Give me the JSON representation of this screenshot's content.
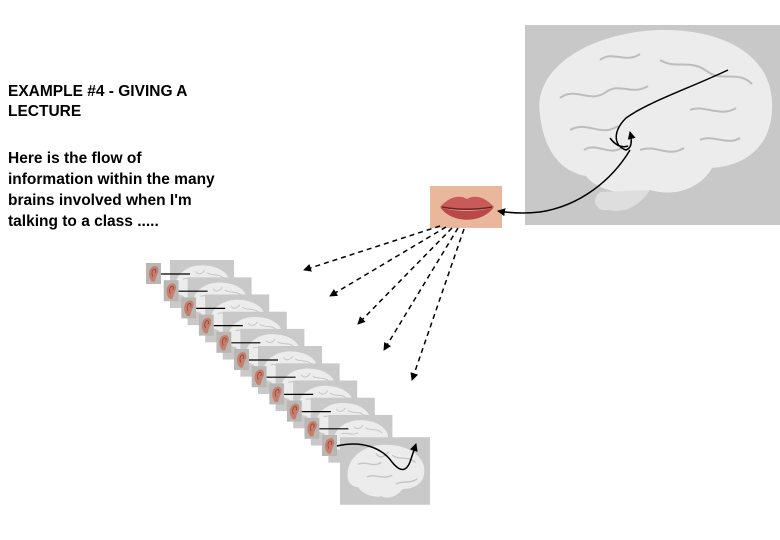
{
  "slide": {
    "title": "EXAMPLE #4 - GIVING A LECTURE",
    "description": "Here is the flow of information within the many brains involved when I'm talking to a class ....."
  },
  "diagram": {
    "speaker_brain_icon": "brain-side-view",
    "mouth_icon": "lips",
    "listener_ear_icon": "ear",
    "listener_brain_icon": "brain-side-view",
    "listener_count": 11,
    "arrow_style_sound": "dashed",
    "arrow_style_neural": "solid",
    "colors": {
      "panel": "#c8c8c8",
      "brain": "#ececec",
      "brain_fold": "#bdbdbd",
      "lips": "#c85a5a",
      "skin": "#e9b79c",
      "ear": "#c77e6c"
    }
  }
}
